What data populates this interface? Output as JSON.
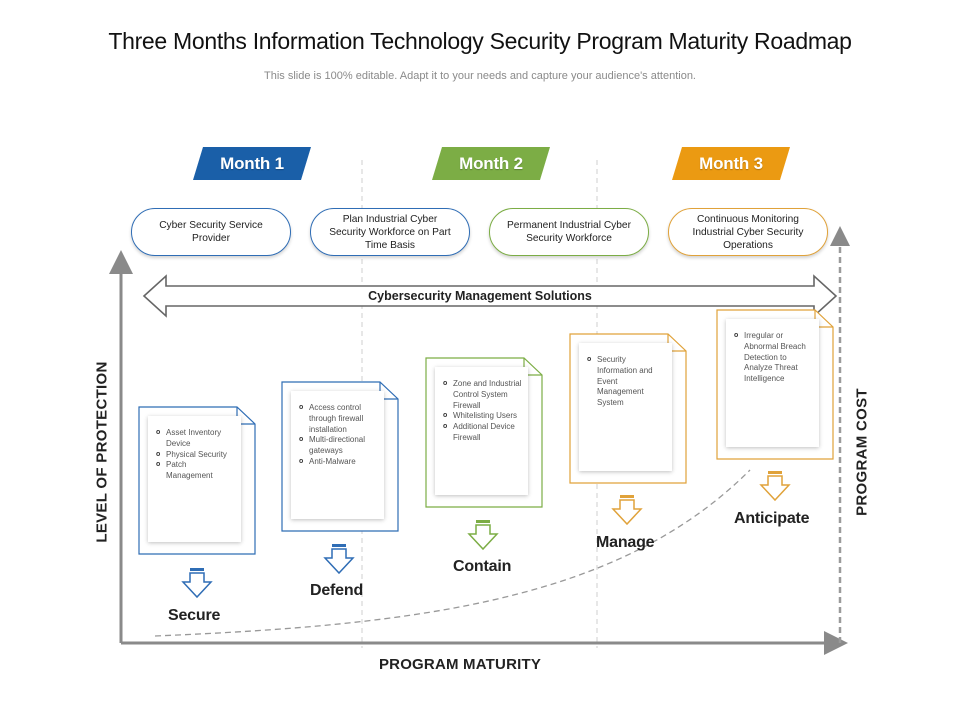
{
  "header": {
    "title": "Three Months Information Technology Security Program Maturity Roadmap",
    "subtitle": "This slide is 100% editable. Adapt it to your needs and capture your audience's attention."
  },
  "months": [
    {
      "label": "Month 1",
      "color": "#1a5fa8"
    },
    {
      "label": "Month 2",
      "color": "#7cad45"
    },
    {
      "label": "Month 3",
      "color": "#eb9a12"
    }
  ],
  "pills": [
    {
      "text": "Cyber Security Service Provider",
      "color": "#2f6db5"
    },
    {
      "text": "Plan Industrial Cyber Security Workforce on Part Time Basis",
      "color": "#2f6db5"
    },
    {
      "text": "Permanent Industrial Cyber Security Workforce",
      "color": "#7cad45"
    },
    {
      "text": "Continuous Monitoring Industrial Cyber Security Operations",
      "color": "#e0a23a"
    }
  ],
  "banner": "Cybersecurity Management Solutions",
  "stages": [
    {
      "label": "Secure",
      "color": "#2f6db5",
      "items": [
        "Asset Inventory Device",
        "Physical Security",
        "Patch Management"
      ]
    },
    {
      "label": "Defend",
      "color": "#2f6db5",
      "items": [
        "Access control through firewall installation",
        "Multi-directional gateways",
        "Anti-Malware"
      ]
    },
    {
      "label": "Contain",
      "color": "#7cad45",
      "items": [
        "Zone and Industrial Control System Firewall",
        "Whitelisting Users",
        "Additional Device Firewall"
      ]
    },
    {
      "label": "Manage",
      "color": "#e0a23a",
      "items": [
        "Security Information and Event Management System"
      ]
    },
    {
      "label": "Anticipate",
      "color": "#e0a23a",
      "items": [
        "Irregular or Abnormal Breach Detection to Analyze Threat Intelligence"
      ]
    }
  ],
  "axes": {
    "x": "PROGRAM MATURITY",
    "y_left": "LEVEL OF PROTECTION",
    "y_right": "PROGRAM COST"
  }
}
